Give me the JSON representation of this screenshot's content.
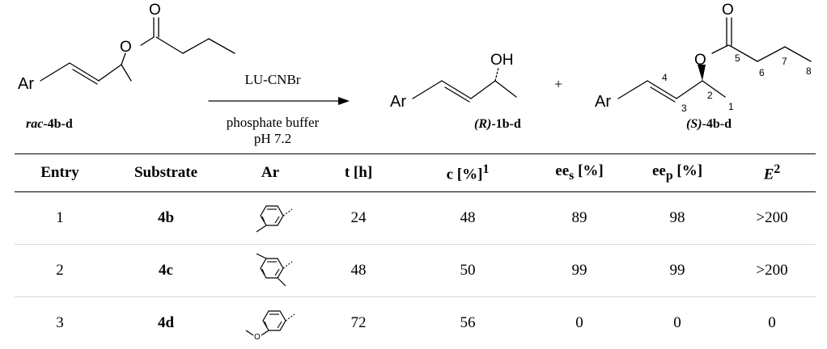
{
  "scheme": {
    "reactant_label_prefix": "rac",
    "reactant_label_suffix": "-4b-d",
    "ar": "Ar",
    "oh": "OH",
    "o": "O",
    "enzyme": "LU-CNBr",
    "conditions_line1": "phosphate buffer",
    "conditions_line2": "pH 7.2",
    "plus": "+",
    "product1_label_prefix": "(R)",
    "product1_label_suffix": "-1b-d",
    "product2_label_prefix": "(S)",
    "product2_label_suffix": "-4b-d",
    "atom_numbers": [
      "4",
      "3",
      "2",
      "1",
      "5",
      "6",
      "7",
      "8"
    ]
  },
  "table": {
    "headers": {
      "entry": "Entry",
      "substrate": "Substrate",
      "ar": "Ar",
      "t": "t [h]",
      "c": "c [%]",
      "c_sup": "1",
      "ees": "ee",
      "ees_sub": "s",
      "ees_unit": " [%]",
      "eep": "ee",
      "eep_sub": "p",
      "eep_unit": " [%]",
      "e": "E",
      "e_sup": "2"
    },
    "rows": [
      {
        "entry": "1",
        "substrate": "4b",
        "ar_icon": "4-methylphenyl-structure-icon",
        "t": "24",
        "c": "48",
        "ees": "89",
        "eep": "98",
        "e": ">200"
      },
      {
        "entry": "2",
        "substrate": "4c",
        "ar_icon": "3,4-dimethylphenyl-structure-icon",
        "t": "48",
        "c": "50",
        "ees": "99",
        "eep": "99",
        "e": ">200"
      },
      {
        "entry": "3",
        "substrate": "4d",
        "ar_icon": "4-methoxyphenyl-structure-icon",
        "t": "72",
        "c": "56",
        "ees": "0",
        "eep": "0",
        "e": "0"
      }
    ]
  }
}
